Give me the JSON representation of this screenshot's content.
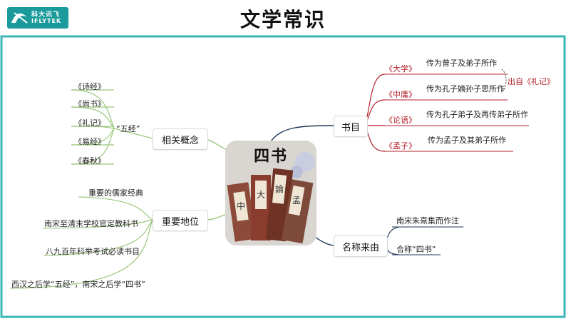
{
  "brand": {
    "logo_cn": "科大讯飞",
    "logo_en": "IFLYTEK"
  },
  "title": "文学常识",
  "center": {
    "label": "四书"
  },
  "left_top": {
    "label": "相关概念",
    "sub_label": "“五经”",
    "items": [
      "《诗经》",
      "《尚书》",
      "《礼记》",
      "《易经》",
      "《春秋》"
    ]
  },
  "left_bottom": {
    "label": "重要地位",
    "items": [
      "重要的儒家经典",
      "南宋至清末学校官定教科书",
      "八九百年科举考试必读书目",
      "西汉之后学“五经”，南宋之后学“四书”"
    ]
  },
  "right_top": {
    "label": "书目",
    "books": [
      {
        "name": "《大学》",
        "desc": "传为曾子及弟子所作"
      },
      {
        "name": "《中庸》",
        "desc": "传为孔子嫡孙子思所作"
      },
      {
        "name": "《论语》",
        "desc": "传为孔子弟子及再传弟子所作"
      },
      {
        "name": "《孟子》",
        "desc": "传为孟子及其弟子所作"
      }
    ],
    "note": "出自《礼记》"
  },
  "right_bottom": {
    "label": "名称来由",
    "items": [
      "南宋朱熹集而作注",
      "合称“四书”"
    ]
  },
  "colors": {
    "frame": "#3bb7b8",
    "book_red": "#b3202a",
    "lines_left": "#9bc77d",
    "lines_right_top": "#1f3a5a",
    "lines_right_bottom": "#1f3a5a"
  }
}
